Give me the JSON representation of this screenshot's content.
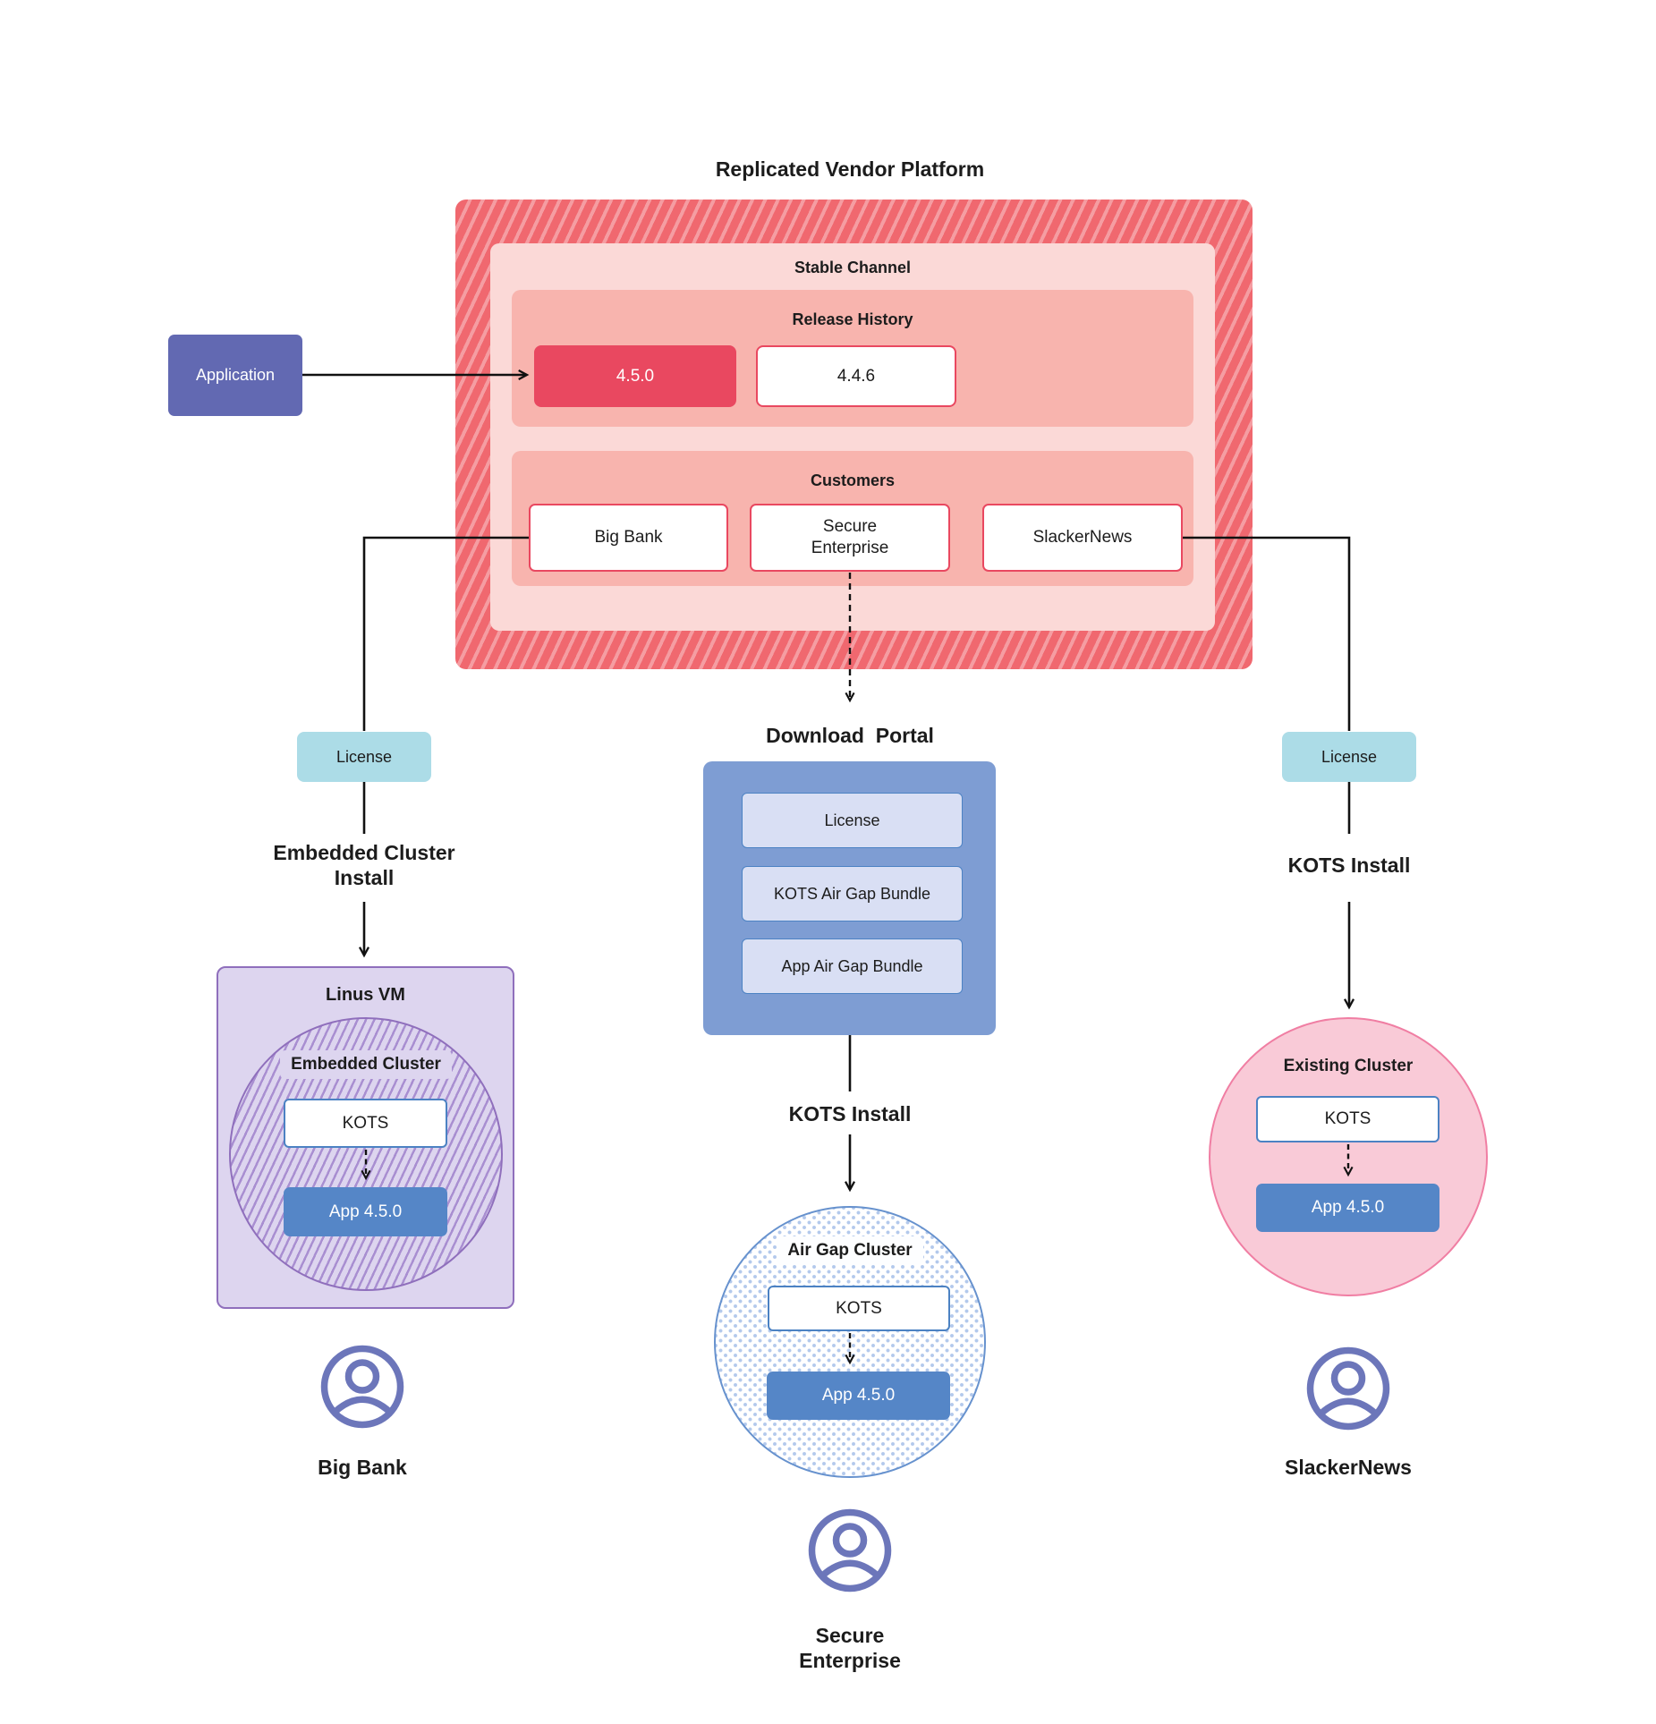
{
  "title": "Replicated Vendor Platform",
  "palette": {
    "platform_stripe_bg": "#F0686F",
    "platform_stripe": "#F59DA2",
    "stable_panel": "#FBD9D7",
    "sub_panel": "#F8B4AE",
    "release_current": "#E94860",
    "application": "#6269B2",
    "license_badge": "#ACDCE7",
    "portal": "#7E9DD3",
    "portal_item": "#D9DFF4",
    "vm_panel": "#DDD5EF",
    "vm_border": "#8F6FBC",
    "vm_stripe": "#A98FD1",
    "app_box": "#5586C7",
    "kots_border": "#4C82C3",
    "airgap_border": "#6792CE",
    "airgap_dot": "#B3C9EC",
    "existing_fill": "#F9CAD7",
    "existing_border": "#F07EA3",
    "user_icon": "#6C76BA",
    "line": "#111111"
  },
  "platform": {
    "stable_channel_label": "Stable Channel",
    "release_history_label": "Release History",
    "releases": [
      {
        "version": "4.5.0"
      },
      {
        "version": "4.4.6"
      }
    ],
    "customers_label": "Customers",
    "customers": [
      {
        "name": "Big Bank"
      },
      {
        "name": "Secure\nEnterprise"
      },
      {
        "name": "SlackerNews"
      }
    ]
  },
  "application_label": "Application",
  "flows": {
    "left": {
      "license": "License",
      "install": "Embedded Cluster\nInstall",
      "vm": "Linus VM",
      "cluster": "Embedded Cluster",
      "kots": "KOTS",
      "app": "App 4.5.0",
      "user": "Big Bank"
    },
    "center": {
      "portal_title": "Download  Portal",
      "portal_items": [
        "License",
        "KOTS Air Gap Bundle",
        "App Air Gap Bundle"
      ],
      "install": "KOTS Install",
      "cluster": "Air Gap Cluster",
      "kots": "KOTS",
      "app": "App 4.5.0",
      "user": "Secure\nEnterprise"
    },
    "right": {
      "license": "License",
      "install": "KOTS Install",
      "cluster": "Existing Cluster",
      "kots": "KOTS",
      "app": "App 4.5.0",
      "user": "SlackerNews"
    }
  }
}
